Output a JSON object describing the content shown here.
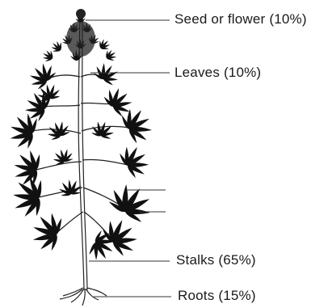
{
  "diagram": {
    "subject": "plant",
    "labels": [
      {
        "id": "seed",
        "text": "Seed or flower (10%)"
      },
      {
        "id": "leaves",
        "text": "Leaves (10%)"
      },
      {
        "id": "stalks",
        "text": "Stalks (65%)"
      },
      {
        "id": "roots",
        "text": "Roots (15%)"
      }
    ],
    "colors": {
      "ink": "#111111",
      "line": "#333333",
      "text": "#1a1a1a"
    }
  }
}
